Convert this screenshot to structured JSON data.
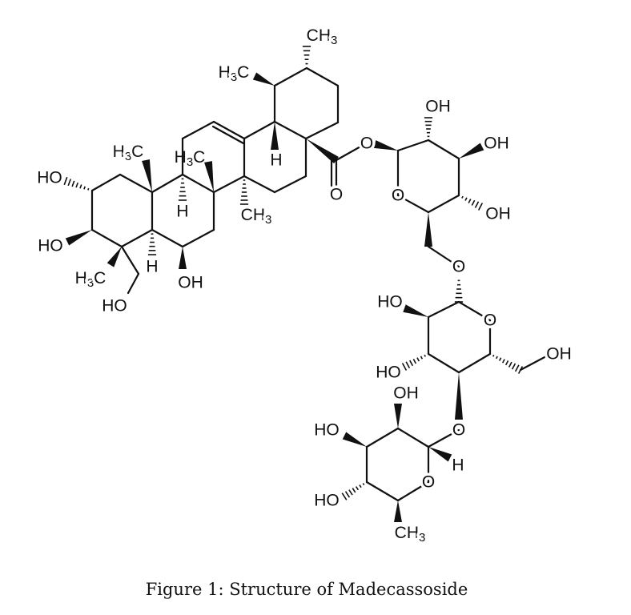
{
  "figure": {
    "caption": "Figure 1: Structure of Madecassoside",
    "molecule_name": "Madecassoside"
  },
  "labels": {
    "ho_c2": "HO",
    "ho_c3": "HO",
    "h3c_c10": "H3C",
    "h_c9": "H",
    "h_c5": "H",
    "oh_c6": "OH",
    "h3c_c4": "H3C",
    "ho_c23": "HO",
    "h3c_c8": "H3C",
    "ch3_c14": "CH3",
    "h_c18": "H",
    "h3c_c19": "H3C",
    "ch3_c20": "CH3",
    "o_carbonyl": "O",
    "o_ester": "O",
    "o_ring1": "O",
    "oh_glc2": "OH",
    "oh_glc3": "OH",
    "oh_glc4": "OH",
    "o_link1": "O",
    "o_ring2": "O",
    "ho_glc2b": "HO",
    "ho_glc3b": "HO",
    "oh_glc6b": "OH",
    "o_link2": "O",
    "oh_rha2": "OH",
    "ho_rha3": "HO",
    "ho_rha4": "HO",
    "h_rha1": "H",
    "o_ring3": "O",
    "ch3_rha6": "CH3"
  }
}
